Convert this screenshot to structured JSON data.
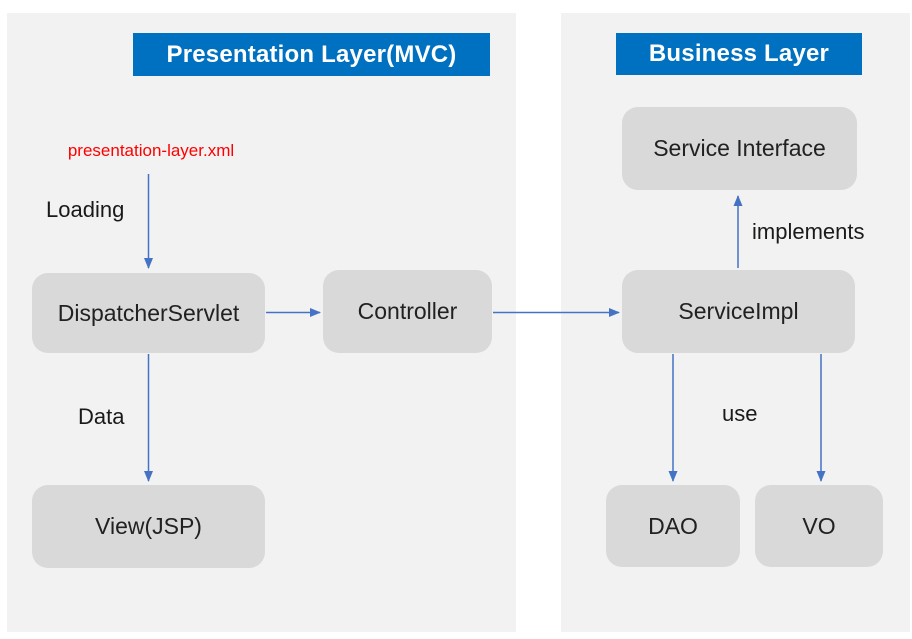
{
  "diagram": {
    "headers": {
      "presentation": "Presentation Layer(MVC)",
      "business": "Business Layer"
    },
    "config_file_label": "presentation-layer.xml",
    "nodes": {
      "dispatcher_servlet": "DispatcherServlet",
      "controller": "Controller",
      "view_jsp": "View(JSP)",
      "service_interface": "Service Interface",
      "service_impl": "ServiceImpl",
      "dao": "DAO",
      "vo": "VO"
    },
    "edge_labels": {
      "loading": "Loading",
      "data": "Data",
      "implements": "implements",
      "use": "use"
    },
    "edges": [
      {
        "from": "presentation-layer.xml",
        "to": "DispatcherServlet",
        "label": "Loading"
      },
      {
        "from": "DispatcherServlet",
        "to": "Controller",
        "label": ""
      },
      {
        "from": "Controller",
        "to": "ServiceImpl",
        "label": ""
      },
      {
        "from": "ServiceImpl",
        "to": "Service Interface",
        "label": "implements"
      },
      {
        "from": "DispatcherServlet",
        "to": "View(JSP)",
        "label": "Data"
      },
      {
        "from": "ServiceImpl",
        "to": "DAO",
        "label": "use"
      },
      {
        "from": "ServiceImpl",
        "to": "VO",
        "label": "use"
      }
    ],
    "colors": {
      "header_bg": "#0070C0",
      "header_text": "#FFFFFF",
      "panel_bg": "#F2F2F2",
      "node_bg": "#D9D9D9",
      "node_text": "#212121",
      "label_text": "#1A1A1A",
      "arrow": "#4472C4",
      "config_text": "#FF0000",
      "page_bg": "#FFFFFF"
    }
  }
}
